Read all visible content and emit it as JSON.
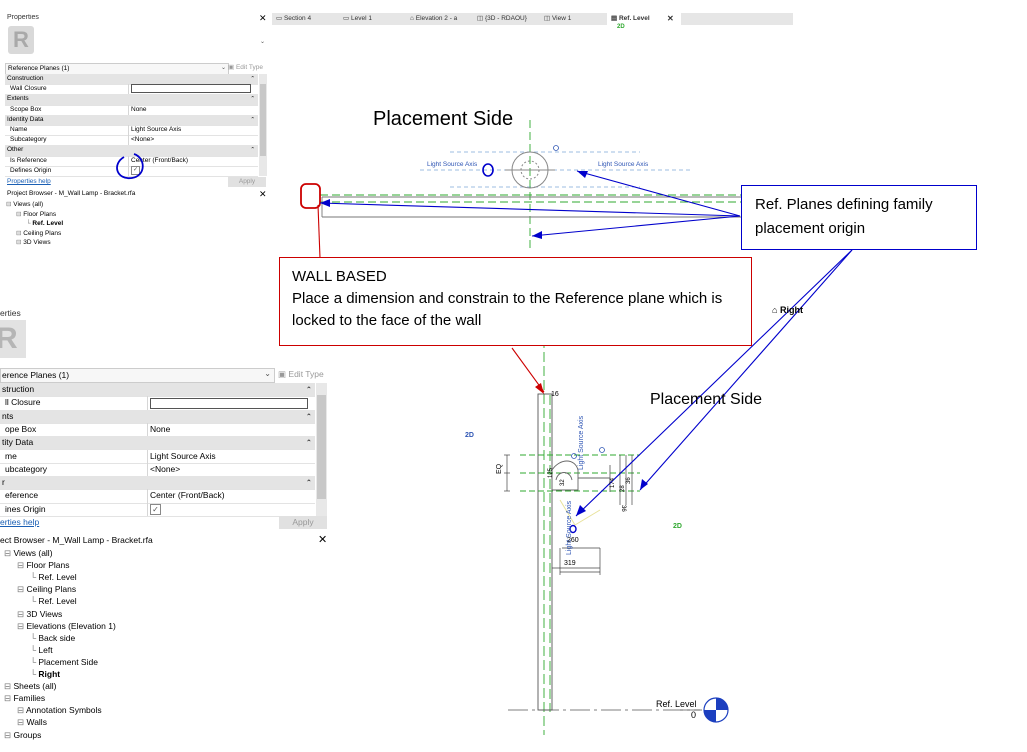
{
  "top_panel": {
    "properties_title": "Properties",
    "close_glyph": "✕",
    "type_selector": "Reference Planes (1)",
    "edit_type": "Edit Type",
    "rows": [
      {
        "kind": "cat",
        "label": "Construction"
      },
      {
        "kind": "prop",
        "label": "Wall Closure",
        "value": "",
        "checkbox": true,
        "checked": false
      },
      {
        "kind": "cat",
        "label": "Extents"
      },
      {
        "kind": "prop",
        "label": "Scope Box",
        "value": "None"
      },
      {
        "kind": "cat",
        "label": "Identity Data"
      },
      {
        "kind": "prop",
        "label": "Name",
        "value": "Light Source Axis"
      },
      {
        "kind": "prop",
        "label": "Subcategory",
        "value": "<None>"
      },
      {
        "kind": "cat",
        "label": "Other"
      },
      {
        "kind": "prop",
        "label": "Is Reference",
        "value": "Center (Front/Back)"
      },
      {
        "kind": "prop",
        "label": "Defines Origin",
        "value": "",
        "checkbox": true,
        "checked": true
      }
    ],
    "properties_help": "Properties help",
    "apply": "Apply",
    "browser_title": "Project Browser - M_Wall Lamp - Bracket.rfa",
    "tree": [
      {
        "label": "Views (all)",
        "level": 0,
        "bold": false
      },
      {
        "label": "Floor Plans",
        "level": 1,
        "bold": false
      },
      {
        "label": "Ref. Level",
        "level": 2,
        "bold": true
      },
      {
        "label": "Ceiling Plans",
        "level": 1,
        "bold": false
      },
      {
        "label": "3D Views",
        "level": 1,
        "bold": false
      }
    ]
  },
  "tabs": [
    {
      "label": "Section 4",
      "active": false
    },
    {
      "label": "Level 1",
      "active": false
    },
    {
      "label": "Elevation 2 - a",
      "active": false
    },
    {
      "label": "{3D - RDAOU}",
      "active": false
    },
    {
      "label": "View 1",
      "active": false
    },
    {
      "label": "Ref. Level",
      "active": true
    }
  ],
  "bottom_panel": {
    "properties_title": "erties",
    "type_selector": "erence Planes (1)",
    "edit_type": "Edit Type",
    "rows": [
      {
        "kind": "cat",
        "label": "struction"
      },
      {
        "kind": "prop",
        "label": "ll Closure",
        "value": "",
        "checkbox": true,
        "checked": false
      },
      {
        "kind": "cat",
        "label": "nts"
      },
      {
        "kind": "prop",
        "label": "ope Box",
        "value": "None"
      },
      {
        "kind": "cat",
        "label": "tity Data"
      },
      {
        "kind": "prop",
        "label": "me",
        "value": "Light Source Axis"
      },
      {
        "kind": "prop",
        "label": "ubcategory",
        "value": "<None>"
      },
      {
        "kind": "cat",
        "label": "r"
      },
      {
        "kind": "prop",
        "label": "eference",
        "value": "Center (Front/Back)"
      },
      {
        "kind": "prop",
        "label": "ines Origin",
        "value": "",
        "checkbox": true,
        "checked": true
      }
    ],
    "properties_help": "erties help",
    "apply": "Apply",
    "browser_title": "ect Browser - M_Wall Lamp - Bracket.rfa",
    "tree": [
      {
        "label": "Views (all)",
        "level": 0,
        "bold": false
      },
      {
        "label": "Floor Plans",
        "level": 1,
        "bold": false
      },
      {
        "label": "Ref. Level",
        "level": 2,
        "bold": false
      },
      {
        "label": "Ceiling Plans",
        "level": 1,
        "bold": false
      },
      {
        "label": "Ref. Level",
        "level": 2,
        "bold": false
      },
      {
        "label": "3D Views",
        "level": 1,
        "bold": false
      },
      {
        "label": "Elevations (Elevation 1)",
        "level": 1,
        "bold": false
      },
      {
        "label": "Back side",
        "level": 2,
        "bold": false
      },
      {
        "label": "Left",
        "level": 2,
        "bold": false
      },
      {
        "label": "Placement Side",
        "level": 2,
        "bold": false
      },
      {
        "label": "Right",
        "level": 2,
        "bold": true
      },
      {
        "label": "Sheets (all)",
        "level": 0,
        "bold": false
      },
      {
        "label": "Families",
        "level": 0,
        "bold": false
      },
      {
        "label": "Annotation Symbols",
        "level": 1,
        "bold": false
      },
      {
        "label": "Walls",
        "level": 1,
        "bold": false
      },
      {
        "label": "Groups",
        "level": 0,
        "bold": false
      }
    ]
  },
  "canvas": {
    "top_heading": "Placement Side",
    "top_plane_label_left": "Light Source Axis",
    "top_plane_label_right": "Light Source Axis",
    "top_2d": "2D",
    "elev_heading": "Placement Side",
    "right_tab": "Right",
    "elev_2d_left": "2D",
    "elev_2d_right": "2D",
    "dims": {
      "d16": "16",
      "eq1": "EQ",
      "eq2": "EQ",
      "d125": "125",
      "d32": "32",
      "d174": "174",
      "d28": "28",
      "d36a": "36",
      "d36b": "36",
      "d260": "260",
      "d319": "319"
    },
    "vert_label_1": "Light Source Axis",
    "vert_label_2": "Light Source Axis",
    "level_name": "Ref. Level",
    "level_value": "0"
  },
  "callouts": {
    "wall_based_title": "WALL BASED",
    "wall_based_body": "Place a dimension and constrain to the Reference plane which is locked to the face of the wall",
    "ref_planes": "Ref. Planes defining family placement origin"
  },
  "colors": {
    "annotation_blue": "#0000cc",
    "annotation_red": "#cc0000",
    "plane_green": "#2fa82f",
    "revit_dim_blue": "#2e55b4"
  }
}
